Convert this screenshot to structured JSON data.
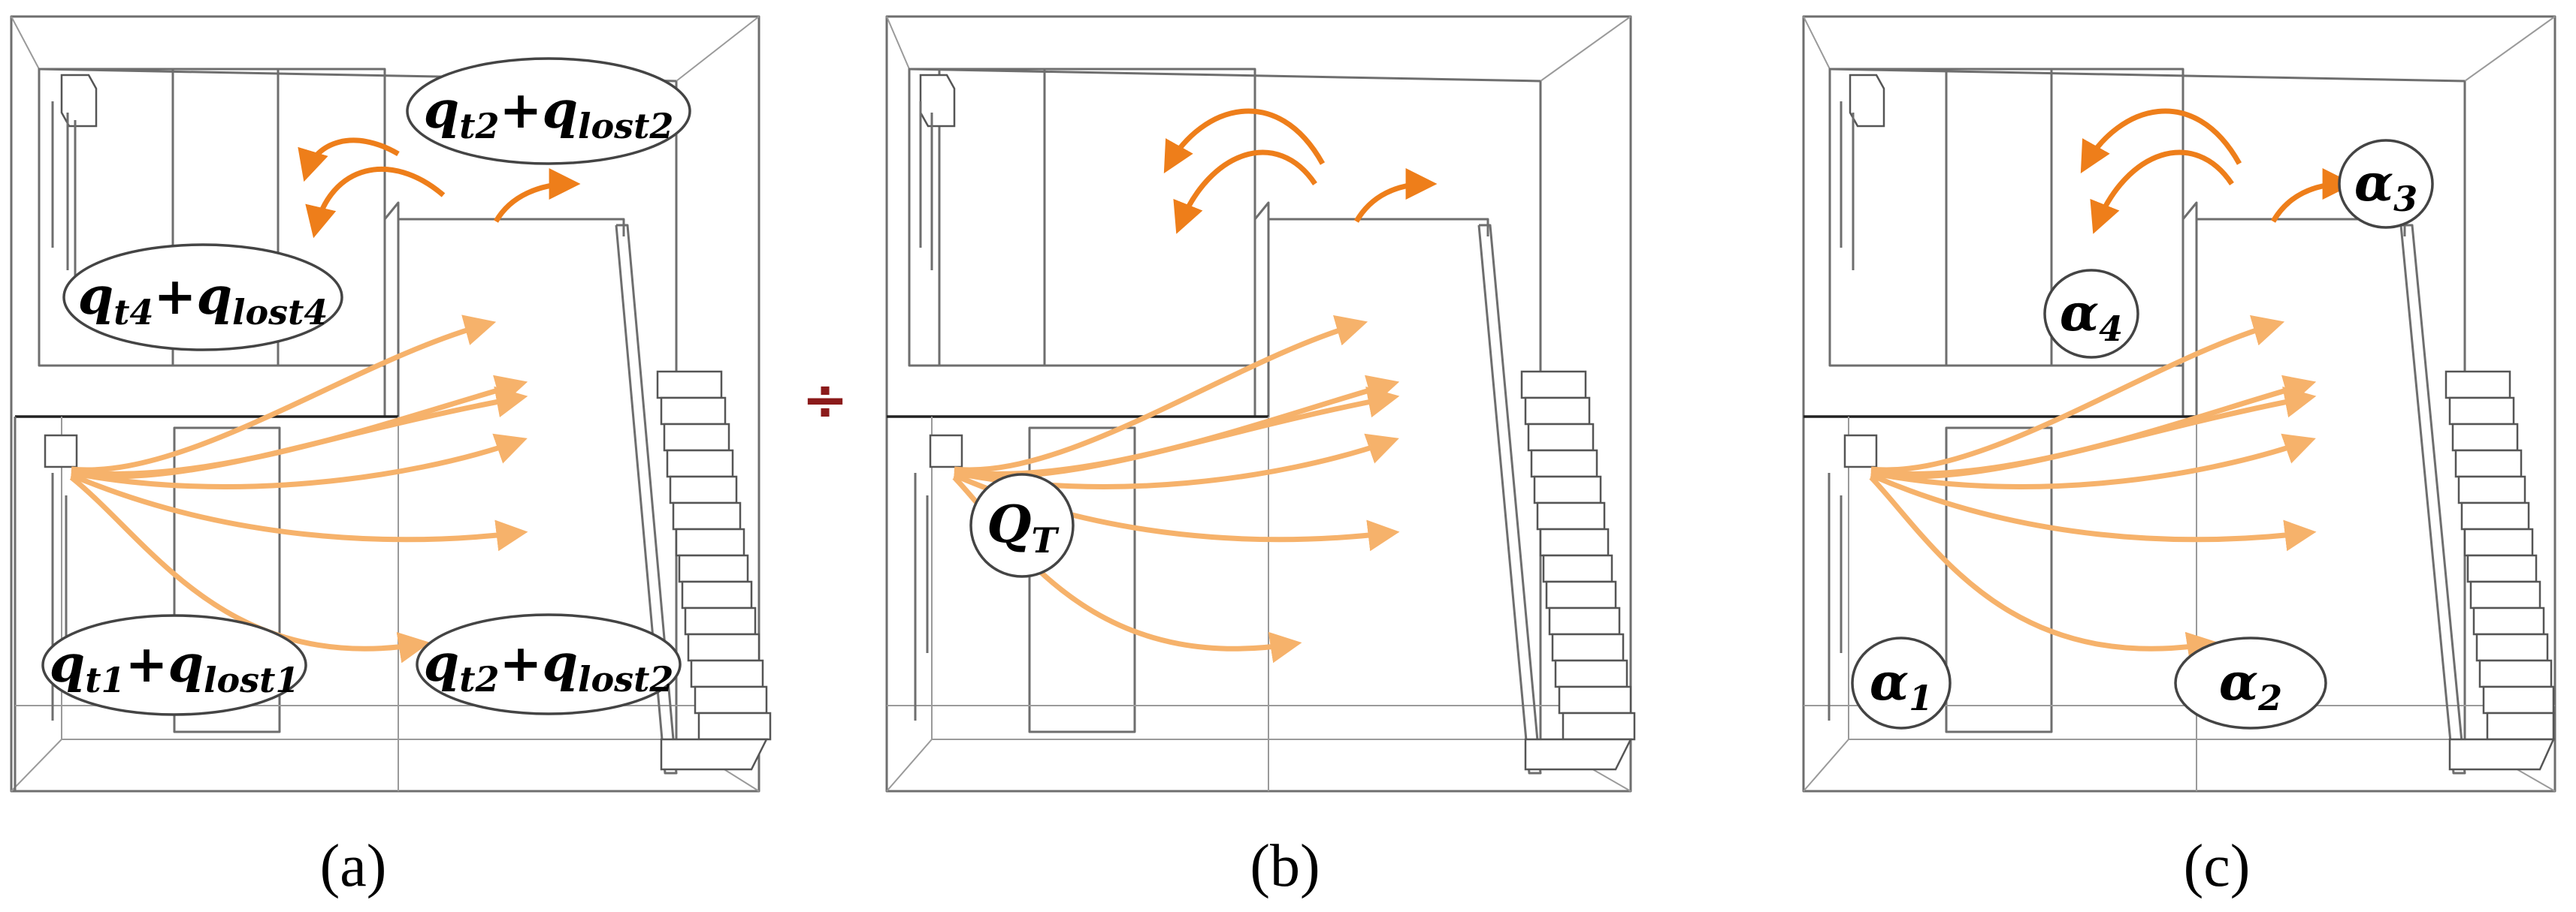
{
  "colors": {
    "arrow_dark": "#ee7e1a",
    "arrow_light": "#f6b26b",
    "operator": "#8b1a1a"
  },
  "operator": {
    "symbol": "÷"
  },
  "panels": [
    {
      "caption": "(a)",
      "labels": {
        "b_upper_right": [
          "q",
          "t2",
          "+",
          "q",
          "lost2"
        ],
        "b_upper_left": [
          "q",
          "t4",
          "+",
          "q",
          "lost4"
        ],
        "b_lower_left": [
          "q",
          "t1",
          "+",
          "q",
          "lost1"
        ],
        "b_lower_right": [
          "q",
          "t2",
          "+",
          "q",
          "lost2"
        ]
      }
    },
    {
      "caption": "(b)",
      "labels": {
        "b_center": [
          "Q",
          "T"
        ]
      }
    },
    {
      "caption": "(c)",
      "labels": {
        "b_a3": [
          "α",
          "3"
        ],
        "b_a4": [
          "α",
          "4"
        ],
        "b_a1": [
          "α",
          "1"
        ],
        "b_a2": [
          "α",
          "2"
        ]
      }
    }
  ]
}
